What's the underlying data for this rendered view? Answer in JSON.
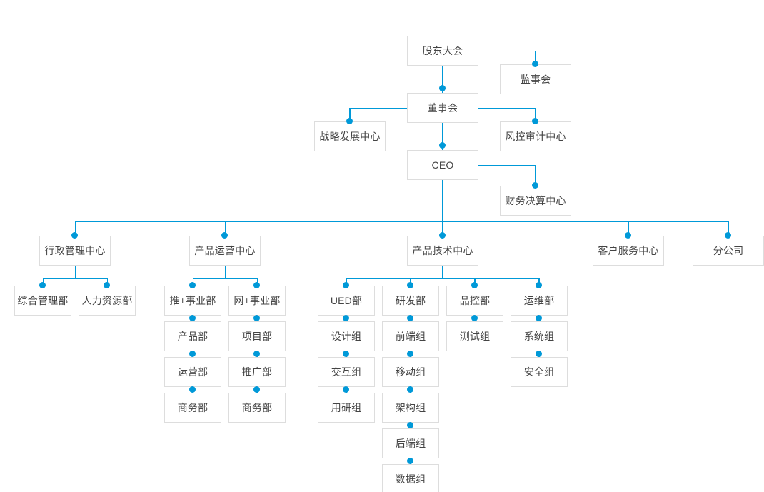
{
  "chart": {
    "type": "org-chart",
    "title": "",
    "accent_color": "#0099d8",
    "box_border_color": "#dddddd",
    "text_color": "#444444",
    "background": "#ffffff"
  },
  "nodes": {
    "shareholders_meeting": "股东大会",
    "board_of_supervisors": "监事会",
    "board_of_directors": "董事会",
    "strategy_development_center": "战略发展中心",
    "risk_audit_center": "风控审计中心",
    "ceo": "CEO",
    "finance_settlement_center": "财务决算中心",
    "admin_management_center": "行政管理中心",
    "general_management_dept": "综合管理部",
    "human_resources_dept": "人力资源部",
    "product_operation_center": "产品运营中心",
    "tui_business_unit": "推+事业部",
    "product_dept": "产品部",
    "operation_dept": "运营部",
    "business_dept_a": "商务部",
    "wang_business_unit": "网+事业部",
    "project_dept": "项目部",
    "promotion_dept": "推广部",
    "business_dept_b": "商务部",
    "product_tech_center": "产品技术中心",
    "ued_dept": "UED部",
    "design_group": "设计组",
    "interaction_group": "交互组",
    "user_research_group": "用研组",
    "rd_dept": "研发部",
    "frontend_group": "前端组",
    "mobile_group": "移动组",
    "architecture_group": "架构组",
    "backend_group": "后端组",
    "data_group": "数据组",
    "qc_dept": "品控部",
    "test_group": "测试组",
    "ops_dept": "运维部",
    "system_group": "系统组",
    "security_group": "安全组",
    "customer_service_center": "客户服务中心",
    "branch_company": "分公司"
  },
  "hierarchy": {
    "root": "股东大会",
    "levels": [
      {
        "level": 1,
        "items": [
          "股东大会"
        ]
      },
      {
        "level": 2,
        "items": [
          "监事会",
          "董事会"
        ]
      },
      {
        "level": 3,
        "items": [
          "战略发展中心",
          "风控审计中心",
          "CEO"
        ]
      },
      {
        "level": 4,
        "items": [
          "财务决算中心",
          "行政管理中心",
          "产品运营中心",
          "产品技术中心",
          "客户服务中心",
          "分公司"
        ]
      },
      {
        "level": 5,
        "items": [
          "综合管理部",
          "人力资源部",
          "推+事业部",
          "网+事业部",
          "UED部",
          "研发部",
          "品控部",
          "运维部"
        ]
      },
      {
        "level": 6,
        "items": [
          "产品部",
          "项目部",
          "设计组",
          "前端组",
          "测试组",
          "系统组"
        ]
      },
      {
        "level": 7,
        "items": [
          "运营部",
          "推广部",
          "交互组",
          "移动组",
          "安全组"
        ]
      },
      {
        "level": 8,
        "items": [
          "商务部",
          "商务部",
          "用研组",
          "架构组"
        ]
      },
      {
        "level": 9,
        "items": [
          "后端组"
        ]
      },
      {
        "level": 10,
        "items": [
          "数据组"
        ]
      }
    ],
    "edges": [
      {
        "from": "股东大会",
        "to": "监事会"
      },
      {
        "from": "股东大会",
        "to": "董事会"
      },
      {
        "from": "董事会",
        "to": "战略发展中心"
      },
      {
        "from": "董事会",
        "to": "风控审计中心"
      },
      {
        "from": "董事会",
        "to": "CEO"
      },
      {
        "from": "CEO",
        "to": "财务决算中心"
      },
      {
        "from": "CEO",
        "to": "行政管理中心"
      },
      {
        "from": "CEO",
        "to": "产品运营中心"
      },
      {
        "from": "CEO",
        "to": "产品技术中心"
      },
      {
        "from": "CEO",
        "to": "客户服务中心"
      },
      {
        "from": "CEO",
        "to": "分公司"
      },
      {
        "from": "行政管理中心",
        "to": "综合管理部"
      },
      {
        "from": "行政管理中心",
        "to": "人力资源部"
      },
      {
        "from": "产品运营中心",
        "to": "推+事业部"
      },
      {
        "from": "产品运营中心",
        "to": "网+事业部"
      },
      {
        "from": "推+事业部",
        "to": "产品部"
      },
      {
        "from": "产品部",
        "to": "运营部"
      },
      {
        "from": "运营部",
        "to": "商务部"
      },
      {
        "from": "网+事业部",
        "to": "项目部"
      },
      {
        "from": "项目部",
        "to": "推广部"
      },
      {
        "from": "推广部",
        "to": "商务部"
      },
      {
        "from": "产品技术中心",
        "to": "UED部"
      },
      {
        "from": "产品技术中心",
        "to": "研发部"
      },
      {
        "from": "产品技术中心",
        "to": "品控部"
      },
      {
        "from": "产品技术中心",
        "to": "运维部"
      },
      {
        "from": "UED部",
        "to": "设计组"
      },
      {
        "from": "设计组",
        "to": "交互组"
      },
      {
        "from": "交互组",
        "to": "用研组"
      },
      {
        "from": "研发部",
        "to": "前端组"
      },
      {
        "from": "前端组",
        "to": "移动组"
      },
      {
        "from": "移动组",
        "to": "架构组"
      },
      {
        "from": "架构组",
        "to": "后端组"
      },
      {
        "from": "后端组",
        "to": "数据组"
      },
      {
        "from": "品控部",
        "to": "测试组"
      },
      {
        "from": "运维部",
        "to": "系统组"
      },
      {
        "from": "系统组",
        "to": "安全组"
      }
    ]
  }
}
